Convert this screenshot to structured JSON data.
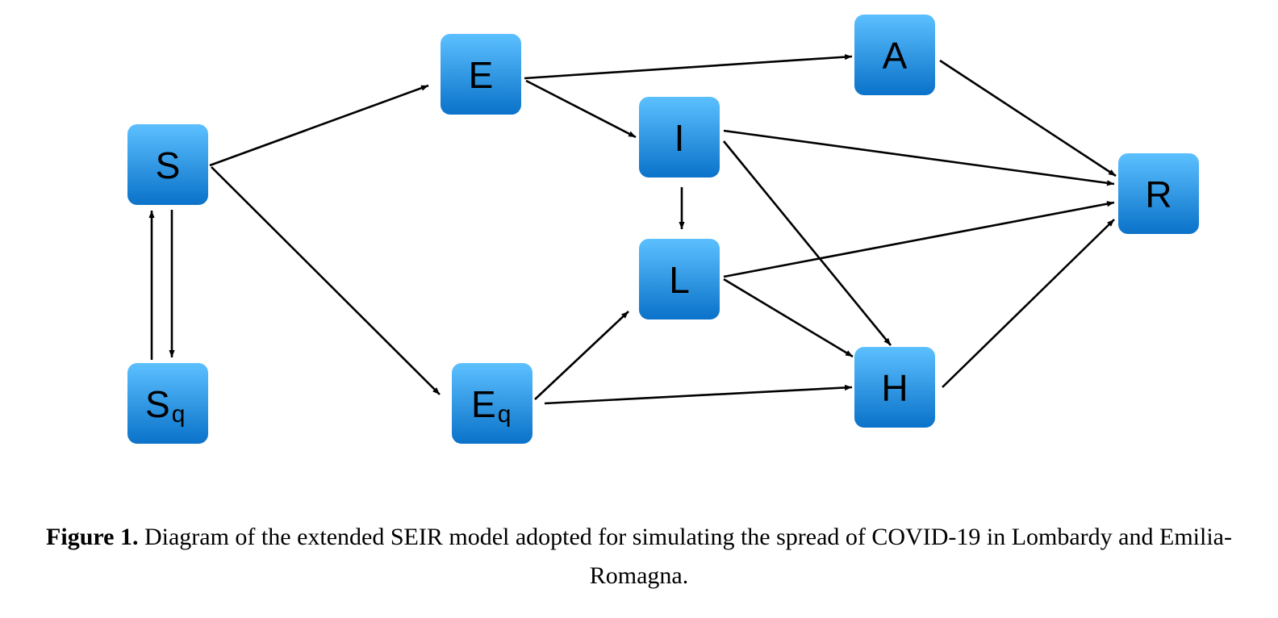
{
  "diagram": {
    "nodes": [
      {
        "id": "S",
        "label": "S",
        "sub": ""
      },
      {
        "id": "Sq",
        "label": "S",
        "sub": "q"
      },
      {
        "id": "E",
        "label": "E",
        "sub": ""
      },
      {
        "id": "Eq",
        "label": "E",
        "sub": "q"
      },
      {
        "id": "A",
        "label": "A",
        "sub": ""
      },
      {
        "id": "I",
        "label": "I",
        "sub": ""
      },
      {
        "id": "L",
        "label": "L",
        "sub": ""
      },
      {
        "id": "H",
        "label": "H",
        "sub": ""
      },
      {
        "id": "R",
        "label": "R",
        "sub": ""
      }
    ],
    "edges": [
      {
        "from": "S",
        "to": "E"
      },
      {
        "from": "S",
        "to": "Eq"
      },
      {
        "from": "S",
        "to": "Sq"
      },
      {
        "from": "Sq",
        "to": "S"
      },
      {
        "from": "E",
        "to": "A"
      },
      {
        "from": "E",
        "to": "I"
      },
      {
        "from": "A",
        "to": "R"
      },
      {
        "from": "I",
        "to": "R"
      },
      {
        "from": "I",
        "to": "L"
      },
      {
        "from": "I",
        "to": "H"
      },
      {
        "from": "L",
        "to": "R"
      },
      {
        "from": "L",
        "to": "H"
      },
      {
        "from": "Eq",
        "to": "L"
      },
      {
        "from": "Eq",
        "to": "H"
      },
      {
        "from": "H",
        "to": "R"
      }
    ],
    "colors": {
      "node_top": "#5cc0ff",
      "node_bottom": "#0a72c9",
      "arrow": "#000000"
    }
  },
  "caption": {
    "label": "Figure 1.",
    "text": "Diagram of the extended SEIR model adopted for simulating the spread of COVID-19 in Lombardy and Emilia-Romagna."
  }
}
